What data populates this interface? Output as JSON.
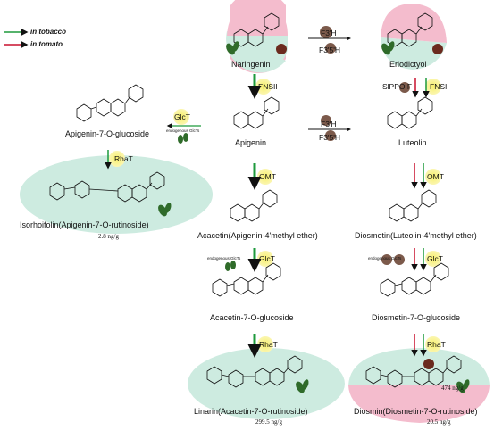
{
  "legend": {
    "tobacco": {
      "label": "in tobacco",
      "color": "#1e9a3c"
    },
    "tomato": {
      "label": "in tomato",
      "color": "#c8102e"
    }
  },
  "colors": {
    "green_fill": "#cdebe0",
    "pink_fill": "#f4bccd",
    "yellow_glow": "#f7ef6a",
    "enzyme_dark": "#7c5a4b"
  },
  "compounds": {
    "naringenin": "Naringenin",
    "eriodictyol": "Eriodictyol",
    "apigenin": "Apigenin",
    "luteolin": "Luteolin",
    "apigenin_glc": "Apigenin-7-O-glucoside",
    "isorhoifolin": "Isorhoifolin(Apigenin-7-O-rutinoside)",
    "acacetin": "Acacetin(Apigenin-4'methyl ether)",
    "diosmetin": "Diosmetin(Luteolin-4'methyl ether)",
    "acacetin_glc": "Acacetin-7-O-glucoside",
    "diosmetin_glc": "Diosmetin-7-O-glucoside",
    "linarin": "Linarin(Acacetin-7-O-rutinoside)",
    "diosmin": "Diosmin(Diosmetin-7-O-rutinoside)"
  },
  "enzymes": {
    "f3h": "F3'H",
    "f35h": "F3'5'H",
    "f3h_b": "F3'H",
    "f35h_b": "F3'5'H",
    "fns": "FNSII",
    "fns_b": "FNSII",
    "slppo": "SlPPO F",
    "glct_side": "GlcT",
    "rhat_left": "RhaT",
    "omt_left": "OMT",
    "omt_right": "OMT",
    "glct_left": "GlcT",
    "glct_right": "GlcT",
    "rhat_bottom_left": "RhaT",
    "rhat_bottom_right": "RhaT"
  },
  "notes": {
    "endogenous_a": "endogenous GlcTs",
    "endogenous_b": "endogenous GlcTs",
    "endogenous_c": "endogenous GlcTs"
  },
  "concentrations": {
    "isorhoifolin": "2.8 ng/g",
    "linarin": "299.5 ng/g",
    "diosmin_a": "474 ng/g",
    "diosmin_b": "20.5 ng/g"
  }
}
